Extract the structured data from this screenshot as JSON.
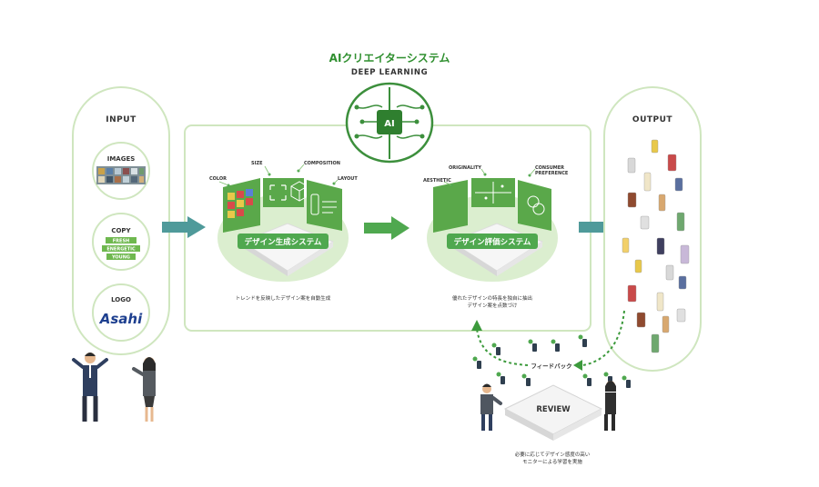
{
  "header": {
    "title": "AIクリエイターシステム",
    "subtitle": "DEEP LEARNING",
    "chip": "AI"
  },
  "input": {
    "heading": "INPUT",
    "images_label": "IMAGES",
    "copy_label": "COPY",
    "copy_words": [
      "FRESH",
      "ENERGETIC",
      "YOUNG"
    ],
    "logo_label": "LOGO",
    "logo_text": "Asahi"
  },
  "generation": {
    "title": "デザイン生成システム",
    "callouts": [
      "COLOR",
      "SIZE",
      "COMPOSITION",
      "LAYOUT"
    ],
    "caption": "トレンドを反映したデザイン案を自動生成"
  },
  "evaluation": {
    "title": "デザイン評価システム",
    "callouts": [
      "ORIGINALITY",
      "AESTHETIC",
      "CONSUMER",
      "PREFERENCE"
    ],
    "caption": [
      "優れたデザインの特長を独自に抽出",
      "デザイン案を点数づけ"
    ]
  },
  "output": {
    "heading": "OUTPUT",
    "can_colors": [
      "#e8c84a",
      "#d8d8d8",
      "#c94a4a",
      "#f0e6c8",
      "#5a6f9f",
      "#8f4a2f",
      "#d8a86f",
      "#6fa86f",
      "#e0e0e0",
      "#f2d06a",
      "#3f3f5f",
      "#c8b8d8"
    ]
  },
  "review": {
    "feedback": "フィードバック",
    "title": "REVIEW",
    "caption": [
      "必要に応じてデザイン感度の高い",
      "モニターによる学習を実施"
    ]
  }
}
